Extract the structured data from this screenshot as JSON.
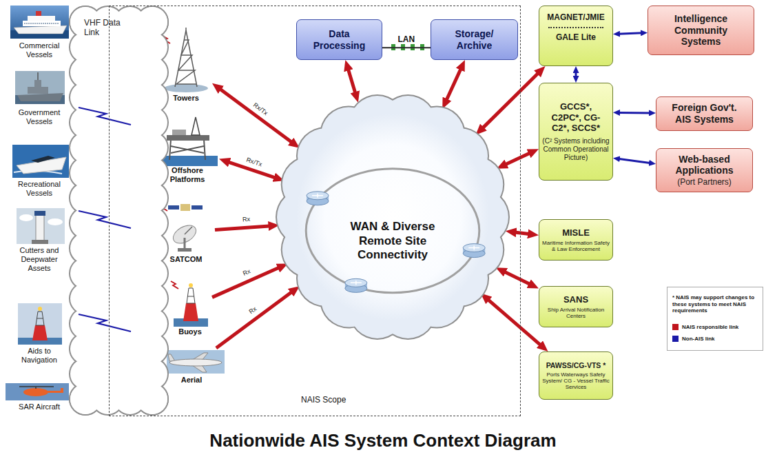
{
  "diagram": {
    "title": "Nationwide AIS System Context Diagram",
    "nodes": [
      {
        "text": [
          "VHF Data Link"
        ]
      },
      {
        "text": [
          "NAIS Scope"
        ]
      },
      {
        "text": [
          "Towers"
        ],
        "in": 1
      },
      {
        "text": [
          "Offshore Platforms"
        ],
        "in": 1
      },
      {
        "text": [
          "SATCOM"
        ],
        "in": 1
      },
      {
        "text": [
          "Buoys"
        ],
        "in": 1
      },
      {
        "text": [
          "Aerial"
        ],
        "in": 1
      },
      {
        "text": [
          "Data Processing"
        ],
        "in": 1
      },
      {
        "text": [
          "Storage/ Archive"
        ],
        "in": 1
      },
      {
        "text": [
          "WAN & Diverse Remote Site Connectivity"
        ],
        "in": 1
      },
      {
        "text": [
          "MAGNET/JMIE",
          "GALE Lite"
        ]
      },
      {
        "text": [
          "Intelligence Community Systems"
        ]
      },
      {
        "text": [
          "GCCS*, C2PC*, CG-C2*, SCCS*",
          "(C² Systems including Common Operational Picture)"
        ]
      },
      {
        "text": [
          "Foreign Gov't. AIS Systems"
        ]
      },
      {
        "text": [
          "Web-based Applications",
          "(Port Partners)"
        ]
      },
      {
        "text": [
          "MISLE",
          "Maritime Information Safety & Law Enforcement"
        ]
      },
      {
        "text": [
          "SANS",
          "Ship Arrival Notification Centers"
        ]
      },
      {
        "text": [
          "PAWSS/CG-VTS *",
          "Ports Waterways Safety System/ CG - Vessel Traffic Services"
        ]
      }
    ],
    "edges": [
      {
        "from": 2,
        "to": 9,
        "arrow": "both",
        "label": "Rx/Tx"
      },
      {
        "from": 3,
        "to": 9,
        "arrow": "both",
        "label": "Rx/Tx"
      },
      {
        "from": 4,
        "to": 9,
        "arrow": "to",
        "label": "Rx"
      },
      {
        "from": 5,
        "to": 9,
        "arrow": "to",
        "label": "Rx"
      },
      {
        "from": 6,
        "to": 9,
        "arrow": "to",
        "label": "Rx"
      },
      {
        "from": 7,
        "to": 8,
        "arrow": "none",
        "label": "LAN"
      },
      {
        "from": 7,
        "to": 9,
        "arrow": "both"
      },
      {
        "from": 8,
        "to": 9,
        "arrow": "both"
      },
      {
        "from": 9,
        "to": 10,
        "arrow": "both"
      },
      {
        "from": 9,
        "to": 12,
        "arrow": "both"
      },
      {
        "from": 9,
        "to": 15,
        "arrow": "both"
      },
      {
        "from": 9,
        "to": 16,
        "arrow": "both"
      },
      {
        "from": 9,
        "to": 17,
        "arrow": "both"
      },
      {
        "from": 10,
        "to": 11,
        "arrow": "both"
      },
      {
        "from": 10,
        "to": 12,
        "arrow": "both"
      },
      {
        "from": 12,
        "to": 13,
        "arrow": "both"
      },
      {
        "from": 12,
        "to": 14,
        "arrow": "both"
      }
    ],
    "labels": [
      "Commercial Vessels",
      "Government Vessels",
      "Recreational Vessels",
      "Cutters and Deepwater Assets",
      "Aids to Navigation",
      "SAR Aircraft",
      "* NAIS may support changes to these systems to meet NAIS requirements"
    ],
    "legend": [
      {
        "text": "NAIS responsible link",
        "color": "#c0141c"
      },
      {
        "text": "Non-AIS link",
        "color": "#1a1aa8"
      }
    ]
  }
}
